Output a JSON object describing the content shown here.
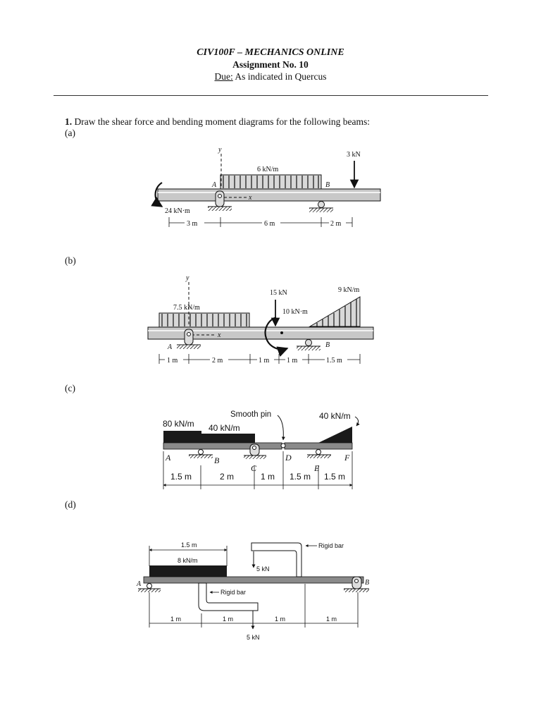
{
  "header": {
    "title": "CIV100F – MECHANICS ONLINE",
    "assignment": "Assignment No. 10",
    "due_label": "Due:",
    "due_text": " As indicated in Quercus"
  },
  "question": {
    "number": "1.",
    "text": " Draw the shear force and bending moment diagrams for the following beams:"
  },
  "parts": {
    "a": {
      "label": "(a)",
      "y_axis": "y",
      "x_axis": "x",
      "load_udl": "6 kN/m",
      "load_point": "3 kN",
      "moment": "24 kN·m",
      "point_a": "A",
      "point_b": "B",
      "dims": [
        "3 m",
        "6 m",
        "2 m"
      ]
    },
    "b": {
      "label": "(b)",
      "y_axis": "y",
      "x_axis": "x",
      "load_udl": "7.5 kN/m",
      "load_point": "15 kN",
      "moment": "10 kN·m",
      "load_tri": "9 kN/m",
      "point_a": "A",
      "point_b": "B",
      "dims": [
        "1 m",
        "2 m",
        "1 m",
        "1 m",
        "1.5 m"
      ]
    },
    "c": {
      "label": "(c)",
      "load_1": "80 kN/m",
      "load_2": "40 kN/m",
      "load_3": "40 kN/m",
      "pin_label": "Smooth pin",
      "points": [
        "A",
        "B",
        "C",
        "D",
        "E",
        "F"
      ],
      "dims": [
        "1.5 m",
        "2 m",
        "1 m",
        "1.5 m",
        "1.5 m"
      ]
    },
    "d": {
      "label": "(d)",
      "dim_top": "1.5 m",
      "load_udl": "8 kN/m",
      "rigid_bar_top": "Rigid bar",
      "rigid_bar_bottom": "Rigid bar",
      "force_top": "5 kN",
      "force_bottom": "5 kN",
      "point_a": "A",
      "point_b": "B",
      "dims": [
        "1 m",
        "1 m",
        "1 m",
        "1 m"
      ]
    }
  }
}
